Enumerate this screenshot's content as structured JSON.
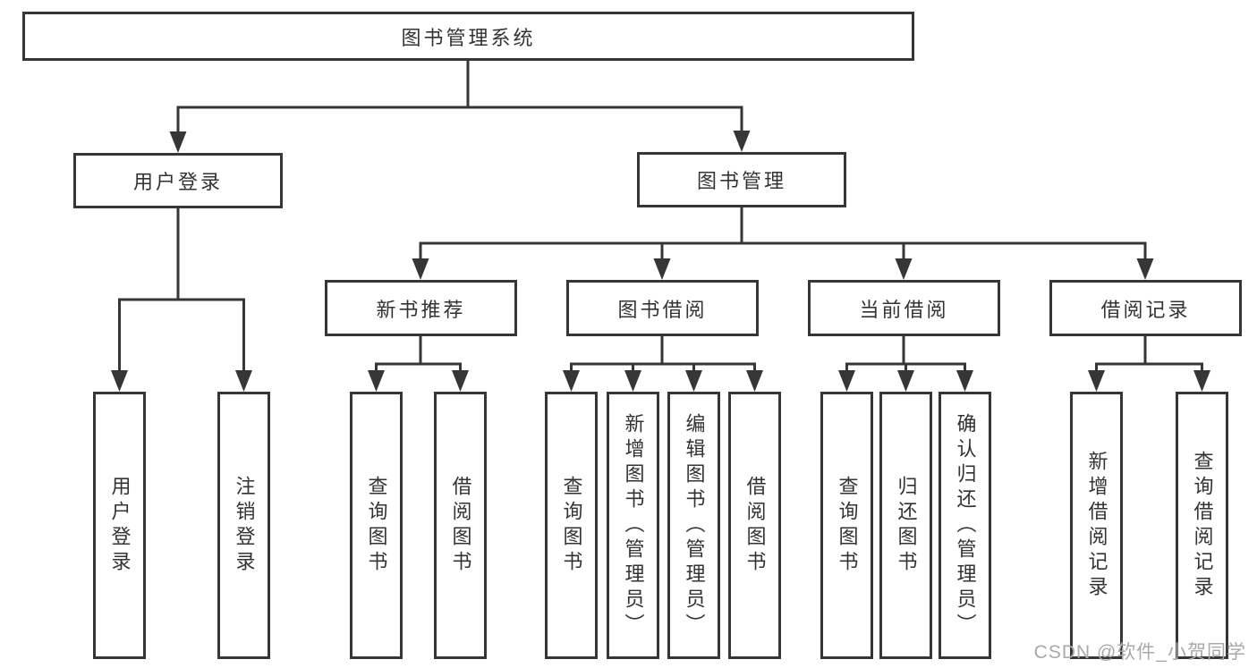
{
  "tree": {
    "root": {
      "label": "图书管理系统"
    },
    "branches": [
      {
        "label": "用户登录",
        "leaves": [
          {
            "label": "用户登录"
          },
          {
            "label": "注销登录"
          }
        ]
      },
      {
        "label": "图书管理",
        "groups": [
          {
            "label": "新书推荐",
            "leaves": [
              {
                "label": "查询图书"
              },
              {
                "label": "借阅图书"
              }
            ]
          },
          {
            "label": "图书借阅",
            "leaves": [
              {
                "label": "查询图书"
              },
              {
                "label": "新增图书（管理员）"
              },
              {
                "label": "编辑图书（管理员）"
              },
              {
                "label": "借阅图书"
              }
            ]
          },
          {
            "label": "当前借阅",
            "leaves": [
              {
                "label": "查询图书"
              },
              {
                "label": "归还图书"
              },
              {
                "label": "确认归还（管理员）"
              }
            ]
          },
          {
            "label": "借阅记录",
            "leaves": [
              {
                "label": "新增借阅记录"
              },
              {
                "label": "查询借阅记录"
              }
            ]
          }
        ]
      }
    ]
  },
  "watermark": {
    "text": "CSDN @软件_小贺同学"
  },
  "colors": {
    "line": "#363636",
    "text": "#333333",
    "background": "#ffffff",
    "watermark": "#a9a9a9"
  }
}
